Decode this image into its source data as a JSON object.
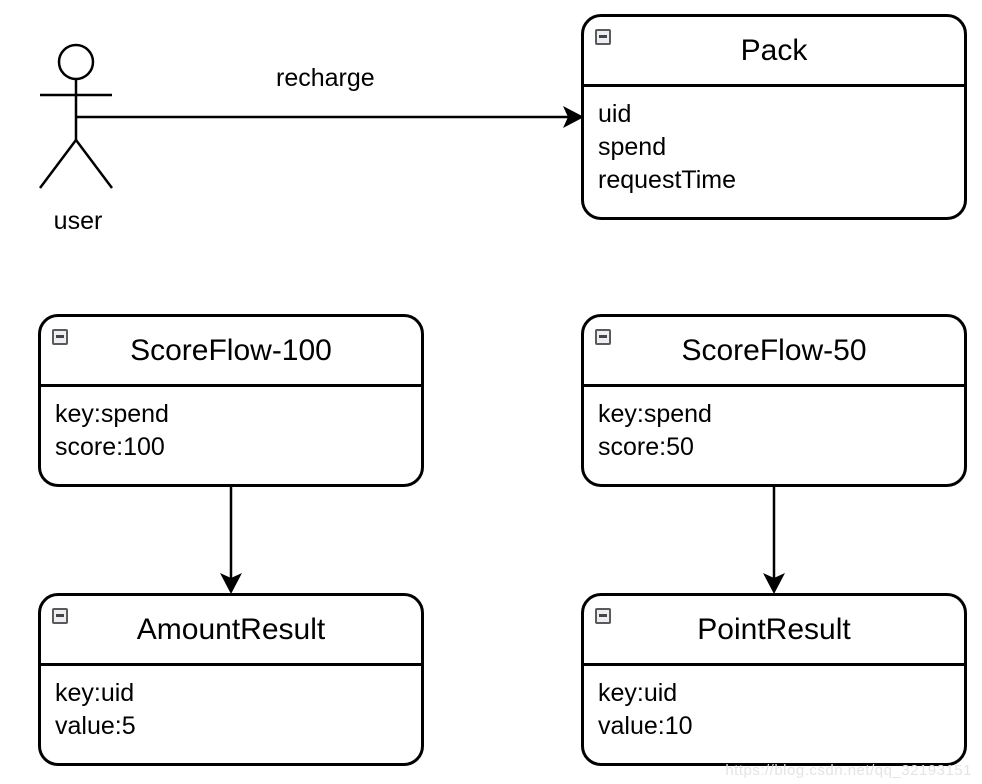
{
  "actor": {
    "label": "user"
  },
  "edges": [
    {
      "from": "user",
      "to": "Pack",
      "label": "recharge"
    },
    {
      "from": "ScoreFlow-100",
      "to": "AmountResult",
      "label": ""
    },
    {
      "from": "ScoreFlow-50",
      "to": "PointResult",
      "label": ""
    }
  ],
  "classes": {
    "pack": {
      "name": "Pack",
      "attributes": [
        "uid",
        "spend",
        "requestTime"
      ]
    },
    "scoreflow100": {
      "name": "ScoreFlow-100",
      "attributes": [
        "key:spend",
        "score:100"
      ]
    },
    "scoreflow50": {
      "name": "ScoreFlow-50",
      "attributes": [
        "key:spend",
        "score:50"
      ]
    },
    "amountresult": {
      "name": "AmountResult",
      "attributes": [
        "key:uid",
        "value:5"
      ]
    },
    "pointresult": {
      "name": "PointResult",
      "attributes": [
        "key:uid",
        "value:10"
      ]
    }
  },
  "watermark": "https://blog.csdn.net/qq_32193151",
  "colors": {
    "stroke": "#000000",
    "background": "#ffffff",
    "collapse_fill": "#eceef2"
  }
}
